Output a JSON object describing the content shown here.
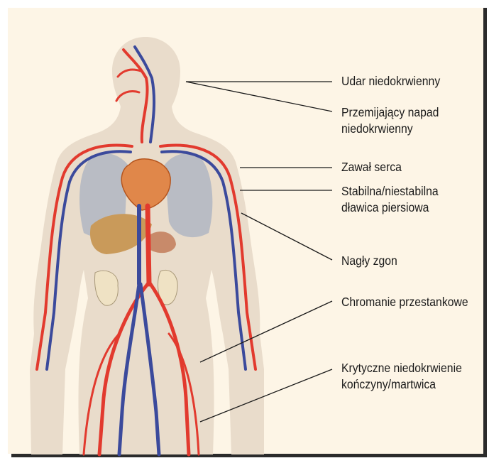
{
  "labels": {
    "udar": "Udar niedokrwienny",
    "przemijajacy_line1": "Przemijający napad",
    "przemijajacy_line2": "niedokrwienny",
    "zawal": "Zawał serca",
    "dlawica_line1": "Stabilna/niestabilna",
    "dlawica_line2": "dławica piersiowa",
    "zgon": "Nagły zgon",
    "chromanie": "Chromanie przestankowe",
    "krytyczne_line1": "Krytyczne niedokrwienie",
    "krytyczne_line2": "kończyny/martwica"
  },
  "colors": {
    "background": "#fdf5e6",
    "silhouette": "#e9dccb",
    "artery": "#e23a2e",
    "vein": "#3b4a9c",
    "heart": "#e0874a",
    "liver": "#c99a5a",
    "lungs": "#b9bcc4",
    "intestine": "#efe2c4",
    "leader_line": "#1a1a1a"
  }
}
